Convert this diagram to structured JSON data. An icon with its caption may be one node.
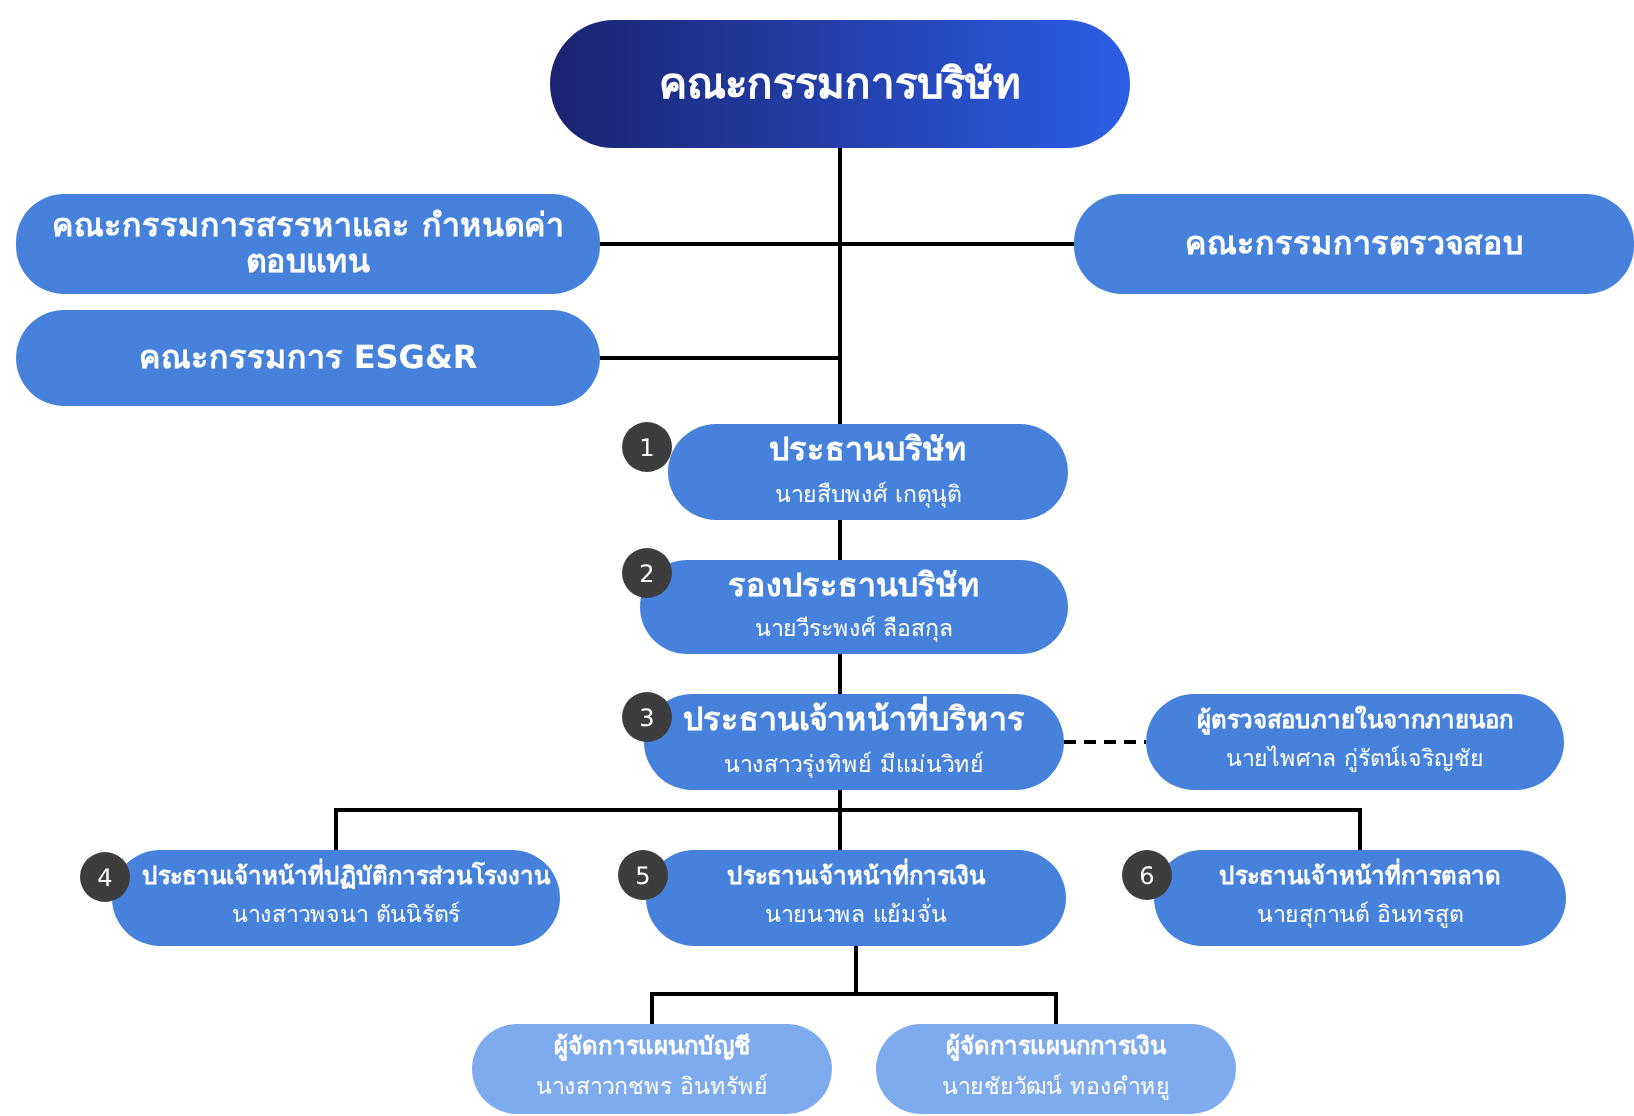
{
  "diagram": {
    "nodes": [
      {
        "text": [
          "คณะกรรมการบริษัท"
        ]
      },
      {
        "text": [
          "คณะกรรมการสรรหาและ กำหนดค่าตอบแทน"
        ]
      },
      {
        "text": [
          "คณะกรรมการตรวจสอบ"
        ]
      },
      {
        "text": [
          "คณะกรรมการ ESG&R"
        ]
      },
      {
        "text": [
          "ประธานบริษัท",
          "นายสืบพงศ์ เกตุนุติ"
        ]
      },
      {
        "text": [
          "รองประธานบริษัท",
          "นายวีระพงศ์ ลือสกุล"
        ]
      },
      {
        "text": [
          "ประธานเจ้าหน้าที่บริหาร",
          "นางสาวรุ่งทิพย์ มีแม่นวิทย์"
        ]
      },
      {
        "text": [
          "ผู้ตรวจสอบภายในจากภายนอก",
          "นายไพศาล กู่รัตน์เจริญชัย"
        ]
      },
      {
        "text": [
          "ประธานเจ้าหน้าที่ปฏิบัติการส่วนโรงงาน",
          "นางสาวพจนา ตันนิรัตร์"
        ]
      },
      {
        "text": [
          "ประธานเจ้าหน้าที่การเงิน",
          "นายนวพล แย้มจั่น"
        ]
      },
      {
        "text": [
          "ประธานเจ้าหน้าที่การตลาด",
          "นายสุกานต์ อินทรสูต"
        ]
      },
      {
        "text": [
          "ผู้จัดการแผนกบัญชี",
          "นางสาวกชพร อินทรัพย์"
        ]
      },
      {
        "text": [
          "ผู้จัดการแผนกการเงิน",
          "นายชัยวัฒน์ ทองคำหยู"
        ]
      }
    ],
    "edges": [
      {
        "from": 0,
        "to": 1,
        "arrow": "none"
      },
      {
        "from": 0,
        "to": 2,
        "arrow": "none"
      },
      {
        "from": 0,
        "to": 3,
        "arrow": "none"
      },
      {
        "from": 0,
        "to": 4,
        "arrow": "none"
      },
      {
        "from": 4,
        "to": 5,
        "arrow": "none"
      },
      {
        "from": 5,
        "to": 6,
        "arrow": "none"
      },
      {
        "from": 6,
        "to": 7,
        "arrow": "none",
        "style": "dashed"
      },
      {
        "from": 6,
        "to": 8,
        "arrow": "none"
      },
      {
        "from": 6,
        "to": 9,
        "arrow": "none"
      },
      {
        "from": 6,
        "to": 10,
        "arrow": "none"
      },
      {
        "from": 9,
        "to": 11,
        "arrow": "none"
      },
      {
        "from": 9,
        "to": 12,
        "arrow": "none"
      }
    ],
    "labels": [
      "1",
      "2",
      "3",
      "4",
      "5",
      "6"
    ]
  }
}
